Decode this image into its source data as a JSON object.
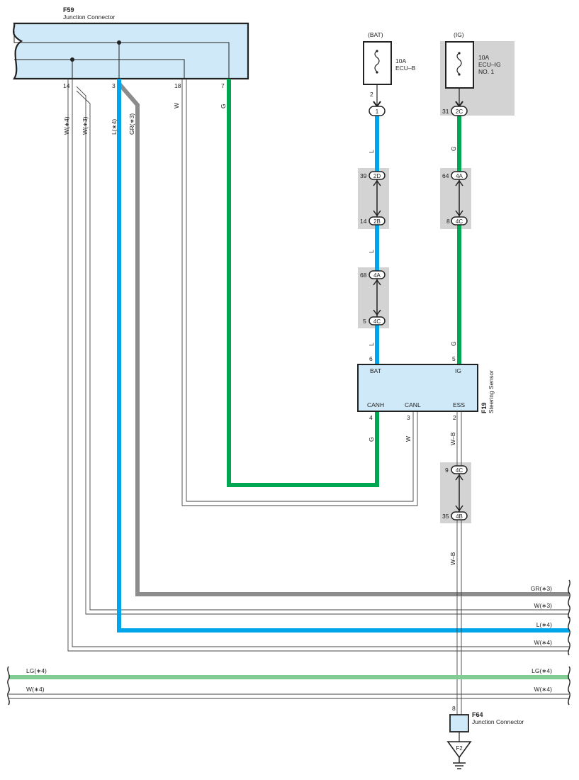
{
  "connectors": {
    "f59": {
      "id": "F59",
      "name": "Junction Connector",
      "pins": {
        "p14": "14",
        "p3": "3",
        "p18": "18",
        "p7": "7"
      }
    },
    "f19": {
      "id": "F19",
      "name": "Steering Sensor",
      "terminals": {
        "bat": "BAT",
        "ig": "IG",
        "canh": "CANH",
        "canl": "CANL",
        "ess": "ESS"
      },
      "pins": {
        "p6": "6",
        "p5": "5",
        "p4": "4",
        "p3": "3",
        "p2": "2"
      }
    },
    "f64": {
      "id": "F64",
      "name": "Junction Connector",
      "pin": "8"
    },
    "ground": "F2"
  },
  "fuses": {
    "bat": {
      "source": "(BAT)",
      "amp": "10A",
      "name": "ECU–B",
      "pin": "2"
    },
    "ig": {
      "source": "(IG)",
      "amp": "10A",
      "name": "ECU–IG",
      "name2": "NO. 1"
    }
  },
  "junctions": {
    "j1": {
      "tag": "1"
    },
    "j2d": {
      "tag": "2D",
      "pin": "39"
    },
    "j2b": {
      "tag": "2B",
      "pin": "14"
    },
    "j4a": {
      "tag": "4A",
      "pin": "68"
    },
    "j4c": {
      "tag": "4C",
      "pin": "5"
    },
    "j2c": {
      "tag": "2C",
      "pin": "31"
    },
    "j4a2": {
      "tag": "4A",
      "pin": "64"
    },
    "j4c2": {
      "tag": "4C",
      "pin": "8"
    },
    "j4c3": {
      "tag": "4C",
      "pin": "9"
    },
    "j4b": {
      "tag": "4B",
      "pin": "35"
    }
  },
  "wire_labels": {
    "w4": "W(∗4)",
    "w3": "W(∗3)",
    "l4": "L(∗4)",
    "gr3": "GR(∗3)",
    "w": "W",
    "g": "G",
    "l": "L",
    "wb": "W–B",
    "lg4": "LG(∗4)"
  },
  "colors": {
    "blue": "#00a6e9",
    "green": "#00a651",
    "gray": "#8c8c8c",
    "lightgreen": "#7fcc95",
    "connector_fill": "#cfe9f8",
    "shade": "#d3d3d3"
  }
}
